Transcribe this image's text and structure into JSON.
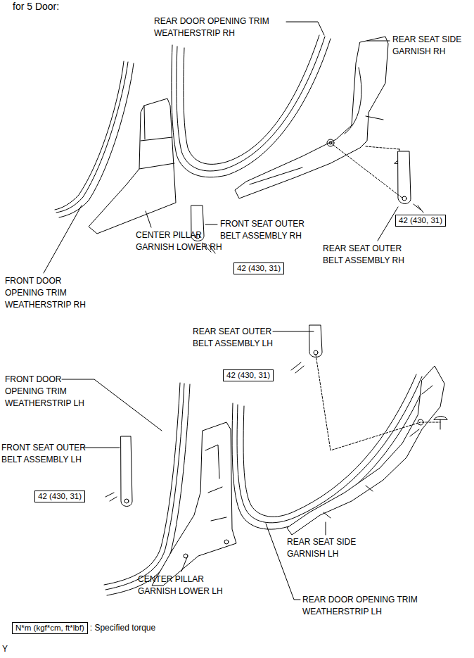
{
  "diagram": {
    "title": "for 5 Door:",
    "nodes": [
      {
        "text": [
          "42 (430, 31)"
        ]
      },
      {
        "text": [
          "42 (430, 31)"
        ]
      },
      {
        "text": [
          "42 (430, 31)"
        ]
      },
      {
        "text": [
          "42 (430, 31)"
        ]
      },
      {
        "text": [
          "N*m (kgf*cm, ft*lbf)"
        ]
      }
    ],
    "labels": [
      "REAR DOOR OPENING TRIM WEATHERSTRIP RH",
      "REAR SEAT SIDE GARNISH RH",
      "FRONT SEAT OUTER BELT ASSEMBLY RH",
      "CENTER PILLAR GARNISH LOWER RH",
      "REAR SEAT OUTER BELT ASSEMBLY RH",
      "FRONT DOOR OPENING TRIM WEATHERSTRIP RH",
      "REAR SEAT OUTER BELT ASSEMBLY LH",
      "FRONT DOOR OPENING TRIM WEATHERSTRIP LH",
      "FRONT SEAT OUTER BELT ASSEMBLY LH",
      "REAR SEAT SIDE GARNISH LH",
      "CENTER PILLAR GARNISH LOWER LH",
      "REAR DOOR OPENING TRIM WEATHERSTRIP LH",
      ": Specified torque",
      "Y"
    ]
  }
}
